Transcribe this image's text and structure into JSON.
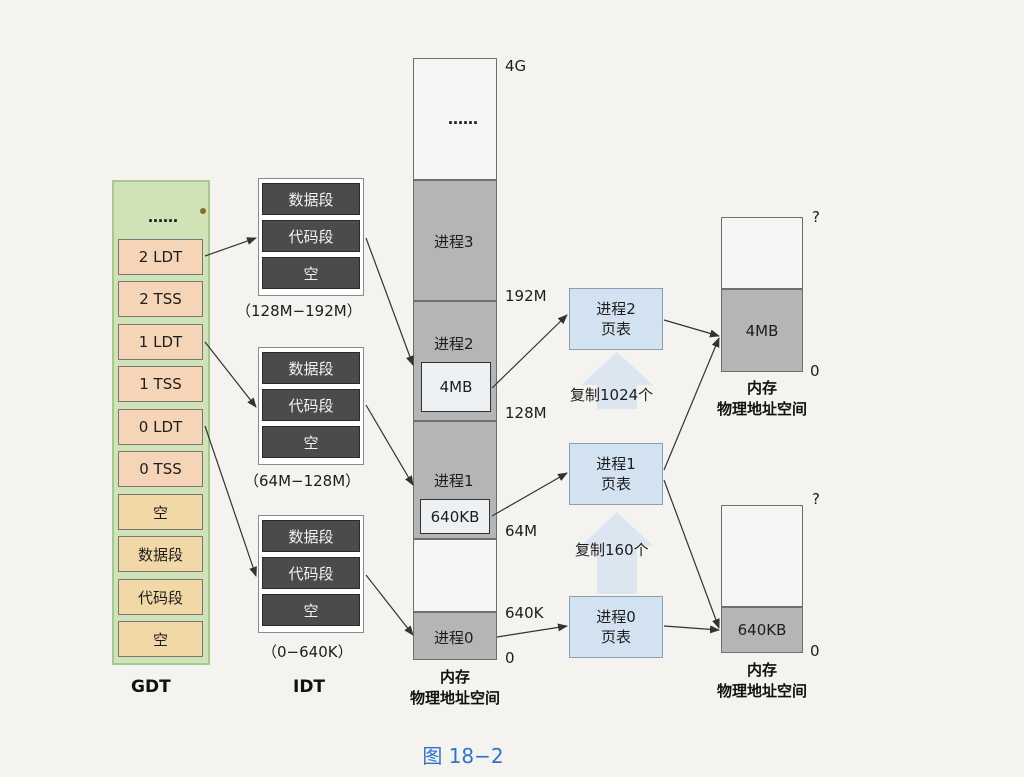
{
  "gdt": {
    "title": "GDT",
    "ellipsis": "……",
    "entries": [
      "2 LDT",
      "2 TSS",
      "1 LDT",
      "1 TSS",
      "0 LDT",
      "0 TSS",
      "空",
      "数据段",
      "代码段",
      "空"
    ]
  },
  "tables": [
    {
      "entries": [
        "数据段",
        "代码段",
        "空"
      ],
      "range": "（128M−192M）"
    },
    {
      "entries": [
        "数据段",
        "代码段",
        "空"
      ],
      "range": "（64M−128M）"
    },
    {
      "entries": [
        "数据段",
        "代码段",
        "空"
      ],
      "range": "（0−640K）",
      "title": "IDT"
    }
  ],
  "memory": {
    "ellipsis": "……",
    "proc3": "进程3",
    "proc2": "进程2",
    "proc2_size": "4MB",
    "proc1": "进程1",
    "proc1_size": "640KB",
    "proc0": "进程0",
    "marks": {
      "top": "4G",
      "m192": "192M",
      "m128": "128M",
      "m64": "64M",
      "k640": "640K",
      "zero": "0"
    },
    "label_line1": "内存",
    "label_line2": "物理地址空间"
  },
  "page_tables": {
    "p2": [
      "进程2",
      "页表"
    ],
    "p1": [
      "进程1",
      "页表"
    ],
    "p0": [
      "进程0",
      "页表"
    ],
    "copy_1024": "复制1024个",
    "copy_160": "复制160个"
  },
  "right_memory": [
    {
      "top_mark": "?",
      "block": "4MB",
      "bottom_mark": "0",
      "label_line1": "内存",
      "label_line2": "物理地址空间"
    },
    {
      "top_mark": "?",
      "block": "640KB",
      "bottom_mark": "0",
      "label_line1": "内存",
      "label_line2": "物理地址空间"
    }
  ],
  "caption": "图 18−2"
}
